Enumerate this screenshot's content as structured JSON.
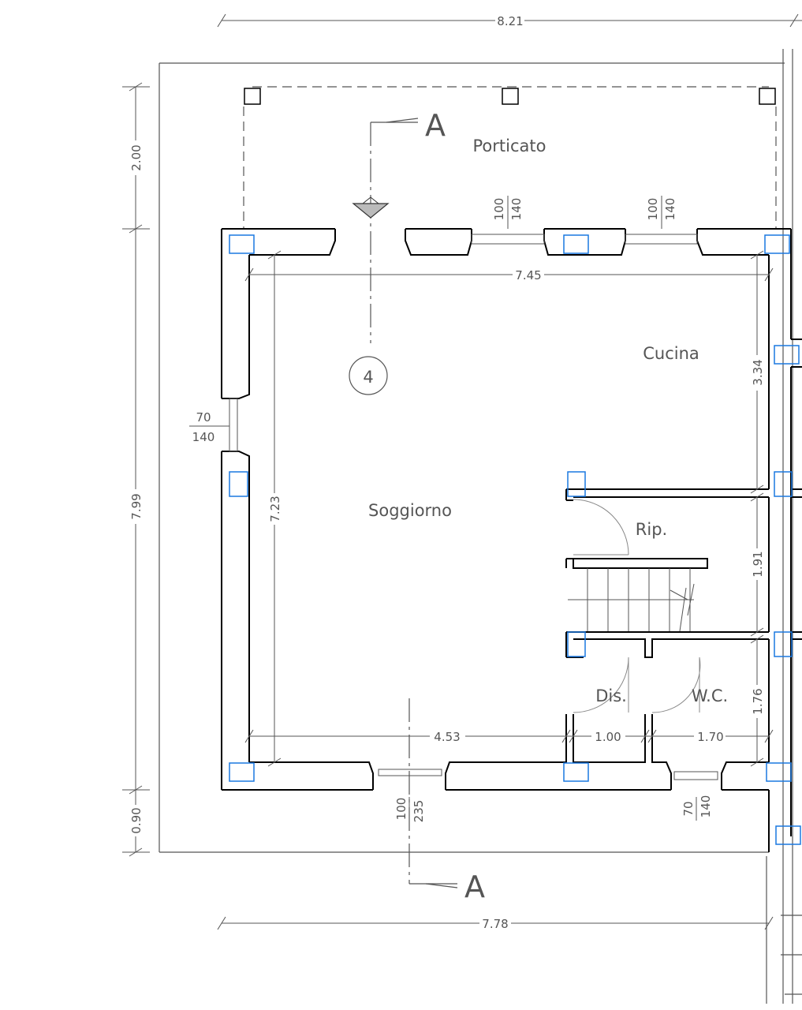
{
  "dimensions": {
    "top_overall": "8.21",
    "interior_width": "7.45",
    "bottom_overall": "7.78",
    "left_porch": "2.00",
    "left_house": "7.99",
    "left_bottom": "0.90",
    "interior_height": "7.23",
    "kitchen_height": "3.34",
    "storage_height": "1.91",
    "wc_height": "1.76",
    "bottom_seg_1": "4.53",
    "bottom_seg_2": "1.00",
    "bottom_seg_3": "1.70"
  },
  "rooms": {
    "porch": "Porticato",
    "kitchen": "Cucina",
    "living": "Soggiorno",
    "storage": "Rip.",
    "hall": "Dis.",
    "wc": "W.C."
  },
  "openings": {
    "top_window_1": [
      "100",
      "140"
    ],
    "top_window_2": [
      "100",
      "140"
    ],
    "left_window": [
      "70",
      "140"
    ],
    "bottom_door": [
      "100",
      "235"
    ],
    "bottom_window": [
      "70",
      "140"
    ]
  },
  "section": {
    "top_label": "A",
    "bottom_label": "A",
    "view_marker": "4"
  },
  "colors": {
    "wall": "#000000",
    "dimension": "#555555",
    "column": "#1a78e0"
  }
}
